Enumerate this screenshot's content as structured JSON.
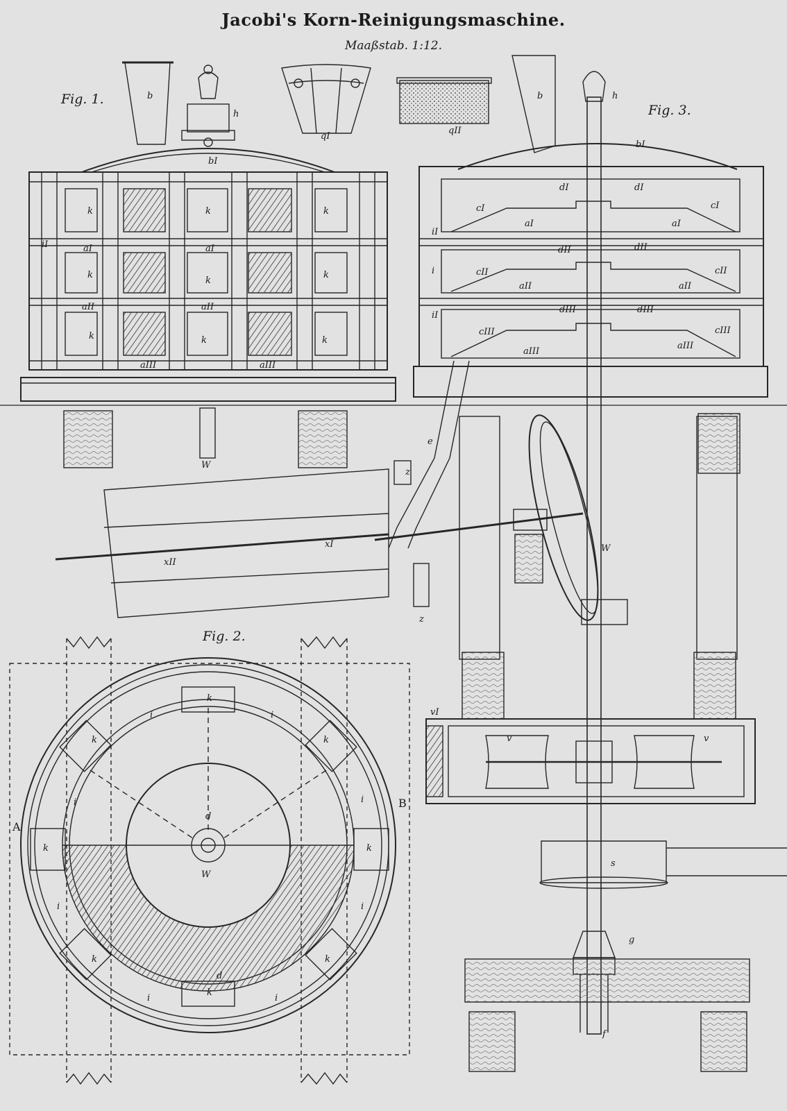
{
  "title": "Jacobi's Korn-Reinigungsmaschine.",
  "scale": "Maaßstab. 1:12.",
  "figures": {
    "fig1": "Fig. 1.",
    "fig2": "Fig. 2.",
    "fig3": "Fig. 3."
  },
  "labels": {
    "b": "b",
    "b1": "bI",
    "h": "h",
    "k": "k",
    "i1": "iI",
    "a1": "aI",
    "a2": "aII",
    "a3": "aIII",
    "c1": "cI",
    "c2": "cII",
    "c3": "cIII",
    "d1": "dI",
    "d2": "dII",
    "d3": "dIII",
    "i": "i",
    "d": "d",
    "W": "W",
    "A": "A",
    "B": "B",
    "q1": "qI",
    "q2": "qII",
    "x1": "xI",
    "x2": "xII",
    "z": "z",
    "e": "e",
    "v": "v",
    "v1": "vI",
    "s": "s",
    "g": "g",
    "f": "f"
  }
}
